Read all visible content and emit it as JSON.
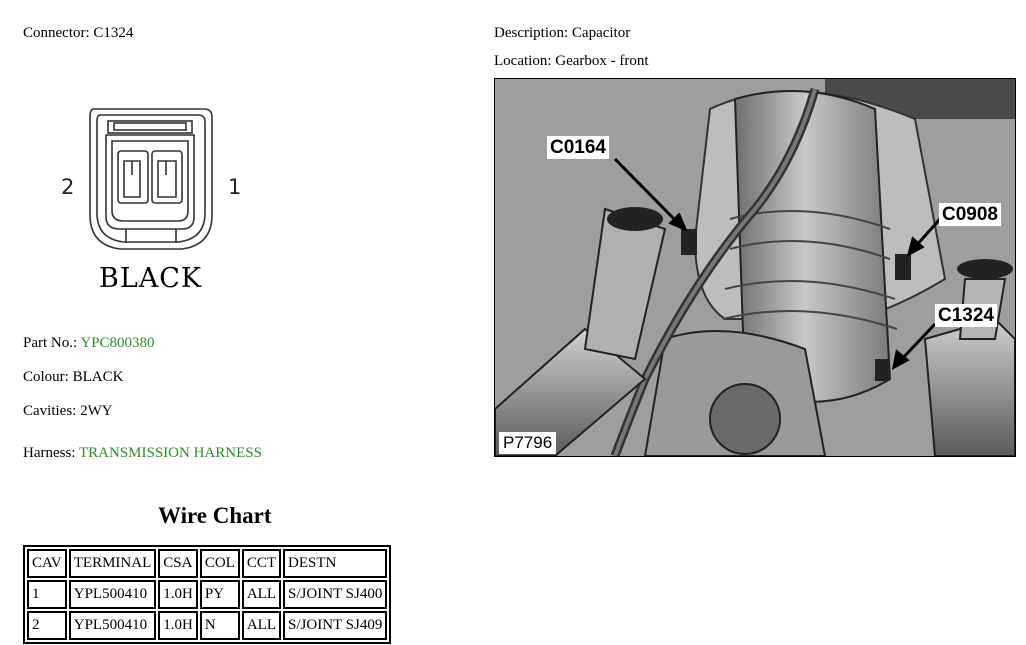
{
  "connector": {
    "label": "Connector:",
    "value": "C1324"
  },
  "description": {
    "label": "Description:",
    "value": "Capacitor"
  },
  "location": {
    "label": "Location:",
    "value": "Gearbox - front"
  },
  "diagram": {
    "pin_left": "2",
    "pin_right": "1",
    "colour_label": "BLACK"
  },
  "part": {
    "label": "Part No.:",
    "value": "YPC800380"
  },
  "colour": {
    "label": "Colour:",
    "value": "BLACK"
  },
  "cavities": {
    "label": "Cavities:",
    "value": "2WY"
  },
  "harness": {
    "label": "Harness:",
    "value": "TRANSMISSION HARNESS"
  },
  "wire_chart": {
    "title": "Wire Chart",
    "headers": [
      "CAV",
      "TERMINAL",
      "CSA",
      "COL",
      "CCT",
      "DESTN"
    ],
    "rows": [
      [
        "1",
        "YPL500410",
        "1.0H",
        "PY",
        "ALL",
        "S/JOINT SJ400"
      ],
      [
        "2",
        "YPL500410",
        "1.0H",
        "N",
        "ALL",
        "S/JOINT SJ409"
      ]
    ]
  },
  "photo": {
    "callouts": [
      "C0164",
      "C0908",
      "C1324"
    ],
    "figure_id": "P7796"
  },
  "colors": {
    "link_green": "#2e8b2e"
  }
}
